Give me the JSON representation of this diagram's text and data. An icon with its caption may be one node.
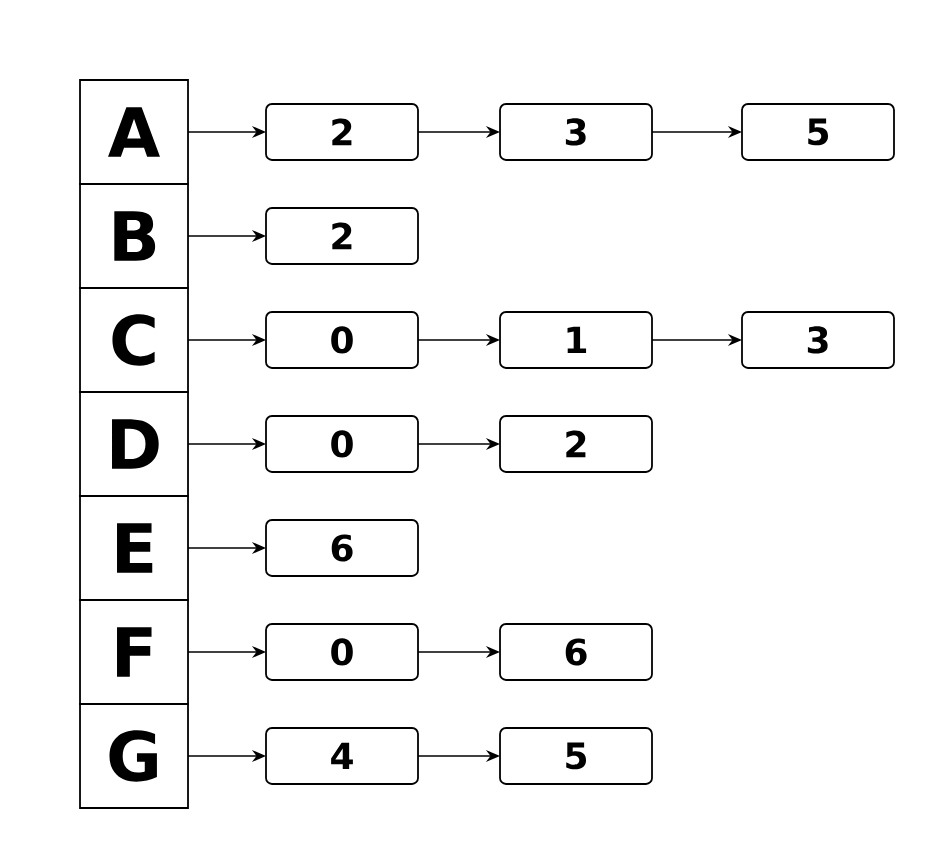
{
  "diagram": {
    "nodes": [
      {
        "text": [
          "A"
        ]
      },
      {
        "text": [
          "B"
        ]
      },
      {
        "text": [
          "C"
        ]
      },
      {
        "text": [
          "D"
        ]
      },
      {
        "text": [
          "E"
        ]
      },
      {
        "text": [
          "F"
        ]
      },
      {
        "text": [
          "G"
        ]
      },
      {
        "text": [
          "2"
        ]
      },
      {
        "text": [
          "3"
        ]
      },
      {
        "text": [
          "5"
        ]
      },
      {
        "text": [
          "2"
        ]
      },
      {
        "text": [
          "0"
        ]
      },
      {
        "text": [
          "1"
        ]
      },
      {
        "text": [
          "3"
        ]
      },
      {
        "text": [
          "0"
        ]
      },
      {
        "text": [
          "2"
        ]
      },
      {
        "text": [
          "6"
        ]
      },
      {
        "text": [
          "0"
        ]
      },
      {
        "text": [
          "6"
        ]
      },
      {
        "text": [
          "4"
        ]
      },
      {
        "text": [
          "5"
        ]
      }
    ],
    "edges": [
      {
        "from": 0,
        "to": 7,
        "arrow": "to"
      },
      {
        "from": 7,
        "to": 8,
        "arrow": "to"
      },
      {
        "from": 8,
        "to": 9,
        "arrow": "to"
      },
      {
        "from": 1,
        "to": 10,
        "arrow": "to"
      },
      {
        "from": 2,
        "to": 11,
        "arrow": "to"
      },
      {
        "from": 11,
        "to": 12,
        "arrow": "to"
      },
      {
        "from": 12,
        "to": 13,
        "arrow": "to"
      },
      {
        "from": 3,
        "to": 14,
        "arrow": "to"
      },
      {
        "from": 14,
        "to": 15,
        "arrow": "to"
      },
      {
        "from": 4,
        "to": 16,
        "arrow": "to"
      },
      {
        "from": 5,
        "to": 17,
        "arrow": "to"
      },
      {
        "from": 17,
        "to": 18,
        "arrow": "to"
      },
      {
        "from": 6,
        "to": 19,
        "arrow": "to"
      },
      {
        "from": 19,
        "to": 20,
        "arrow": "to"
      }
    ]
  }
}
